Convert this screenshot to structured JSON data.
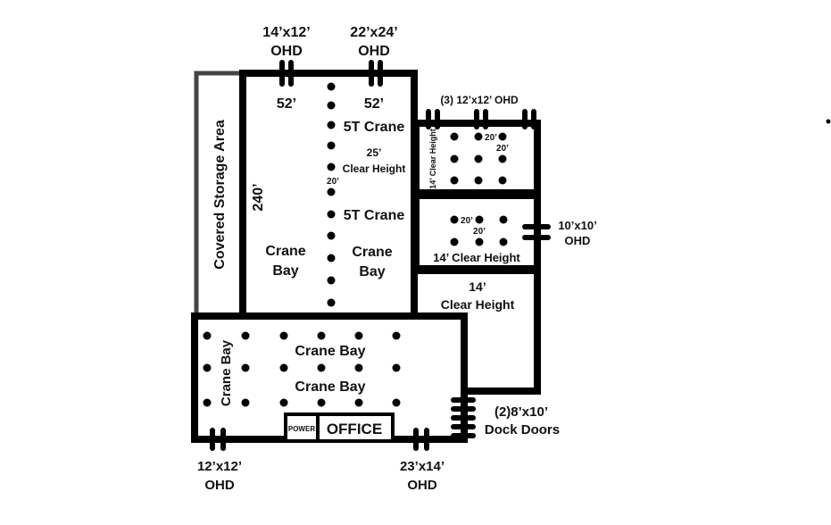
{
  "labels": {
    "ohd_top_left_size": "14’x12’",
    "ohd_top_left_type": "OHD",
    "ohd_top_right_size": "22’x24’",
    "ohd_top_right_type": "OHD",
    "dim_52_left": "52’",
    "dim_52_right": "52’",
    "crane_5t_upper": "5T Crane",
    "clear_height_25_value": "25’",
    "clear_height_25_label": "Clear Height",
    "spacing_20_main": "20’",
    "crane_5t_lower": "5T Crane",
    "dim_240": "240’",
    "covered_storage": "Covered Storage Area",
    "crane_bay_left_1": "Crane",
    "crane_bay_left_2": "Bay",
    "crane_bay_right_1": "Crane",
    "crane_bay_right_2": "Bay",
    "ohd_three_top": "(3) 12’x12’ OHD",
    "clear_height_14_vertical": "14’ Clear Height",
    "spacing_20_a": "20’",
    "spacing_20_b": "20’",
    "spacing_20_c": "20’",
    "spacing_20_d": "20’",
    "ohd_right_size": "10’x10’",
    "ohd_right_type": "OHD",
    "clear_height_14_mid": "14’ Clear Height",
    "clear_height_14_low_value": "14’",
    "clear_height_14_low_label": "Clear Height",
    "crane_bay_vertical": "Crane Bay",
    "crane_bay_bottom_upper": "Crane Bay",
    "crane_bay_bottom_lower": "Crane Bay",
    "power": "POWER",
    "office": "OFFICE",
    "dock_doors_count": "(2)8’x10’",
    "dock_doors_label": "Dock Doors",
    "ohd_bottom_left_size": "12’x12’",
    "ohd_bottom_left_type": "OHD",
    "ohd_bottom_right_size": "23’x14’",
    "ohd_bottom_right_type": "OHD"
  }
}
